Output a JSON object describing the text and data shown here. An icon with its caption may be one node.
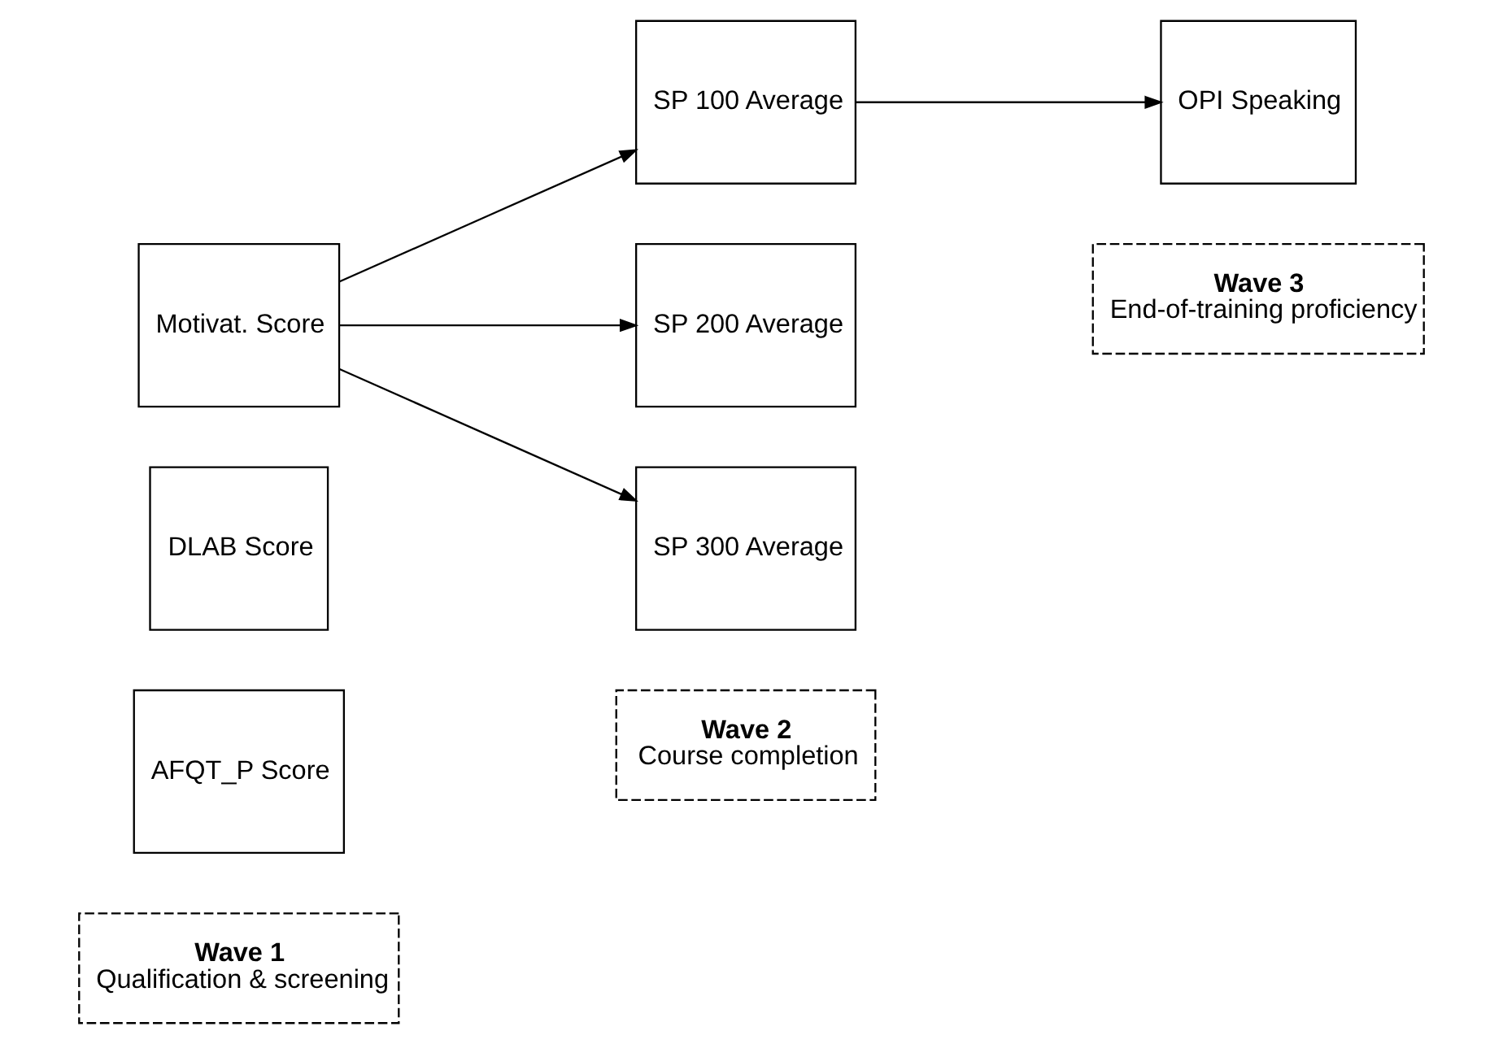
{
  "diagram": {
    "nodes": [
      {
        "text": [
          "Wave 1",
          "Qualification & screening"
        ]
      },
      {
        "text": [
          "Wave 2",
          "Course completion"
        ]
      },
      {
        "text": [
          "Wave 3",
          "End-of-training proficiency"
        ]
      },
      {
        "text": [
          "AFQT_P Score"
        ]
      },
      {
        "text": [
          "DLAB Score"
        ]
      },
      {
        "text": [
          "Motivat. Score"
        ]
      },
      {
        "text": [
          "SP 100 Average"
        ]
      },
      {
        "text": [
          "SP 200 Average"
        ]
      },
      {
        "text": [
          "SP 300 Average"
        ]
      },
      {
        "text": [
          "OPI Speaking"
        ]
      }
    ],
    "edges": [
      {
        "from": 5,
        "to": 6,
        "arrow": "to"
      },
      {
        "from": 5,
        "to": 7,
        "arrow": "to"
      },
      {
        "from": 5,
        "to": 8,
        "arrow": "to"
      },
      {
        "from": 6,
        "to": 9,
        "arrow": "to"
      }
    ]
  }
}
